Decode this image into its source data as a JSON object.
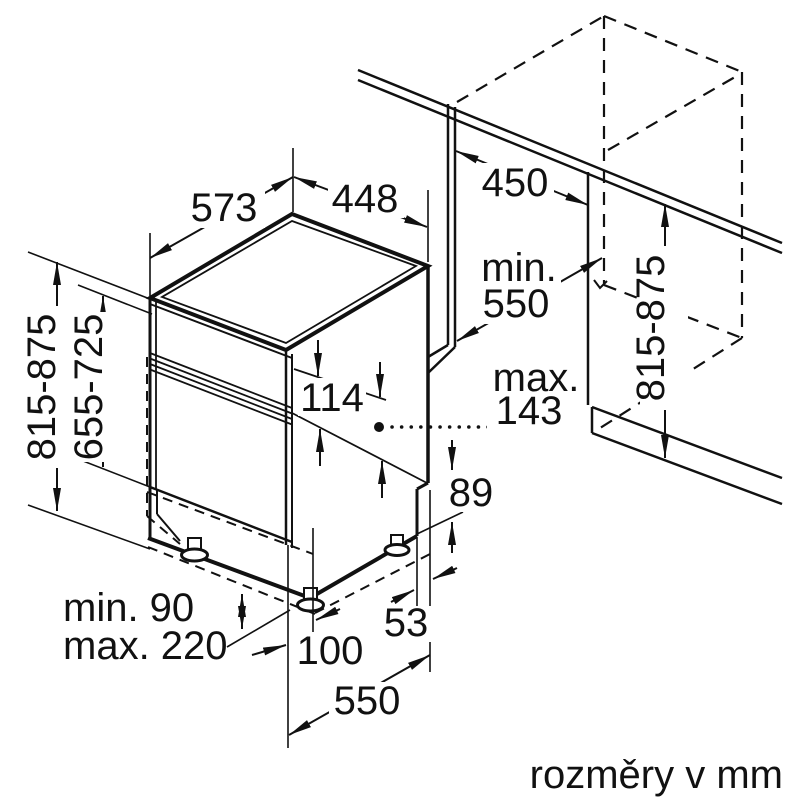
{
  "diagram": {
    "title_note": "rozměry v mm",
    "dimensions": {
      "top_depth": "573",
      "top_width": "448",
      "niche_width": "450",
      "niche_depth_line1": "min.",
      "niche_depth_line2": "550",
      "hinge_line1": "max.",
      "hinge_line2": "143",
      "door_top_overlap": "114",
      "base_step": "89",
      "door_bottom_gap": "53",
      "plinth_recess": "100",
      "appliance_depth": "550",
      "plinth_min": "min. 90",
      "plinth_max": "max. 220",
      "niche_height_left": "815-875",
      "door_panel_height": "655-725",
      "niche_height_right": "815-875"
    },
    "colors": {
      "line": "#111111",
      "background": "#ffffff"
    }
  }
}
